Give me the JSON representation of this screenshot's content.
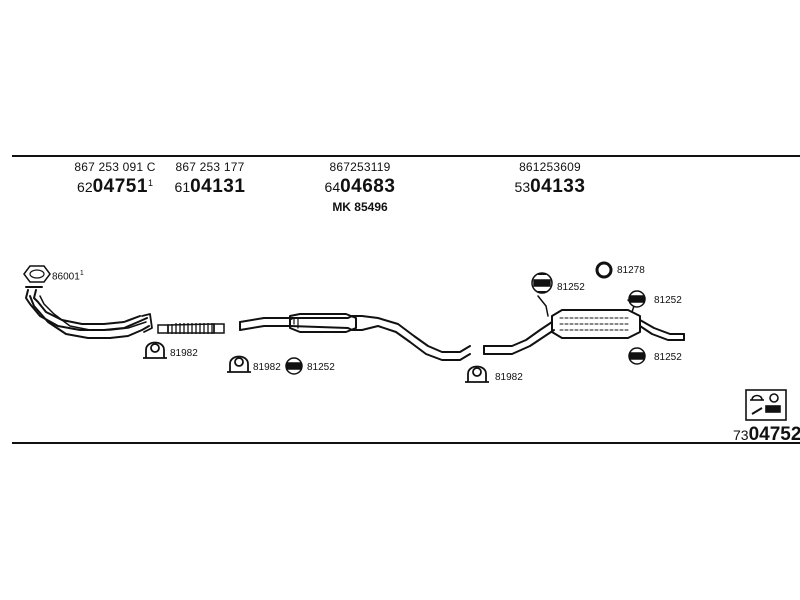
{
  "parts": [
    {
      "oem": "867 253 091 C",
      "prefix": "62",
      "code": "04751",
      "note": "1"
    },
    {
      "oem": "867 253 177",
      "prefix": "61",
      "code": "04131"
    },
    {
      "oem": "867253119",
      "prefix": "64",
      "code": "04683",
      "sub": "MK 85496"
    },
    {
      "oem": "861253609",
      "prefix": "53",
      "code": "04133"
    }
  ],
  "components": {
    "gasket": {
      "label": "86001",
      "note": "1"
    },
    "clamp_a": {
      "label": "81982"
    },
    "clamp_b": {
      "label": "81982"
    },
    "mount_a": {
      "label": "81252"
    },
    "clamp_c": {
      "label": "81982"
    },
    "mount_b": {
      "label": "81252"
    },
    "ring": {
      "label": "81278"
    },
    "mount_c": {
      "label": "81252"
    },
    "mount_d": {
      "label": "81252"
    }
  },
  "kit": {
    "prefix": "73",
    "code": "04752",
    "icon": "parts-kit-icon"
  }
}
